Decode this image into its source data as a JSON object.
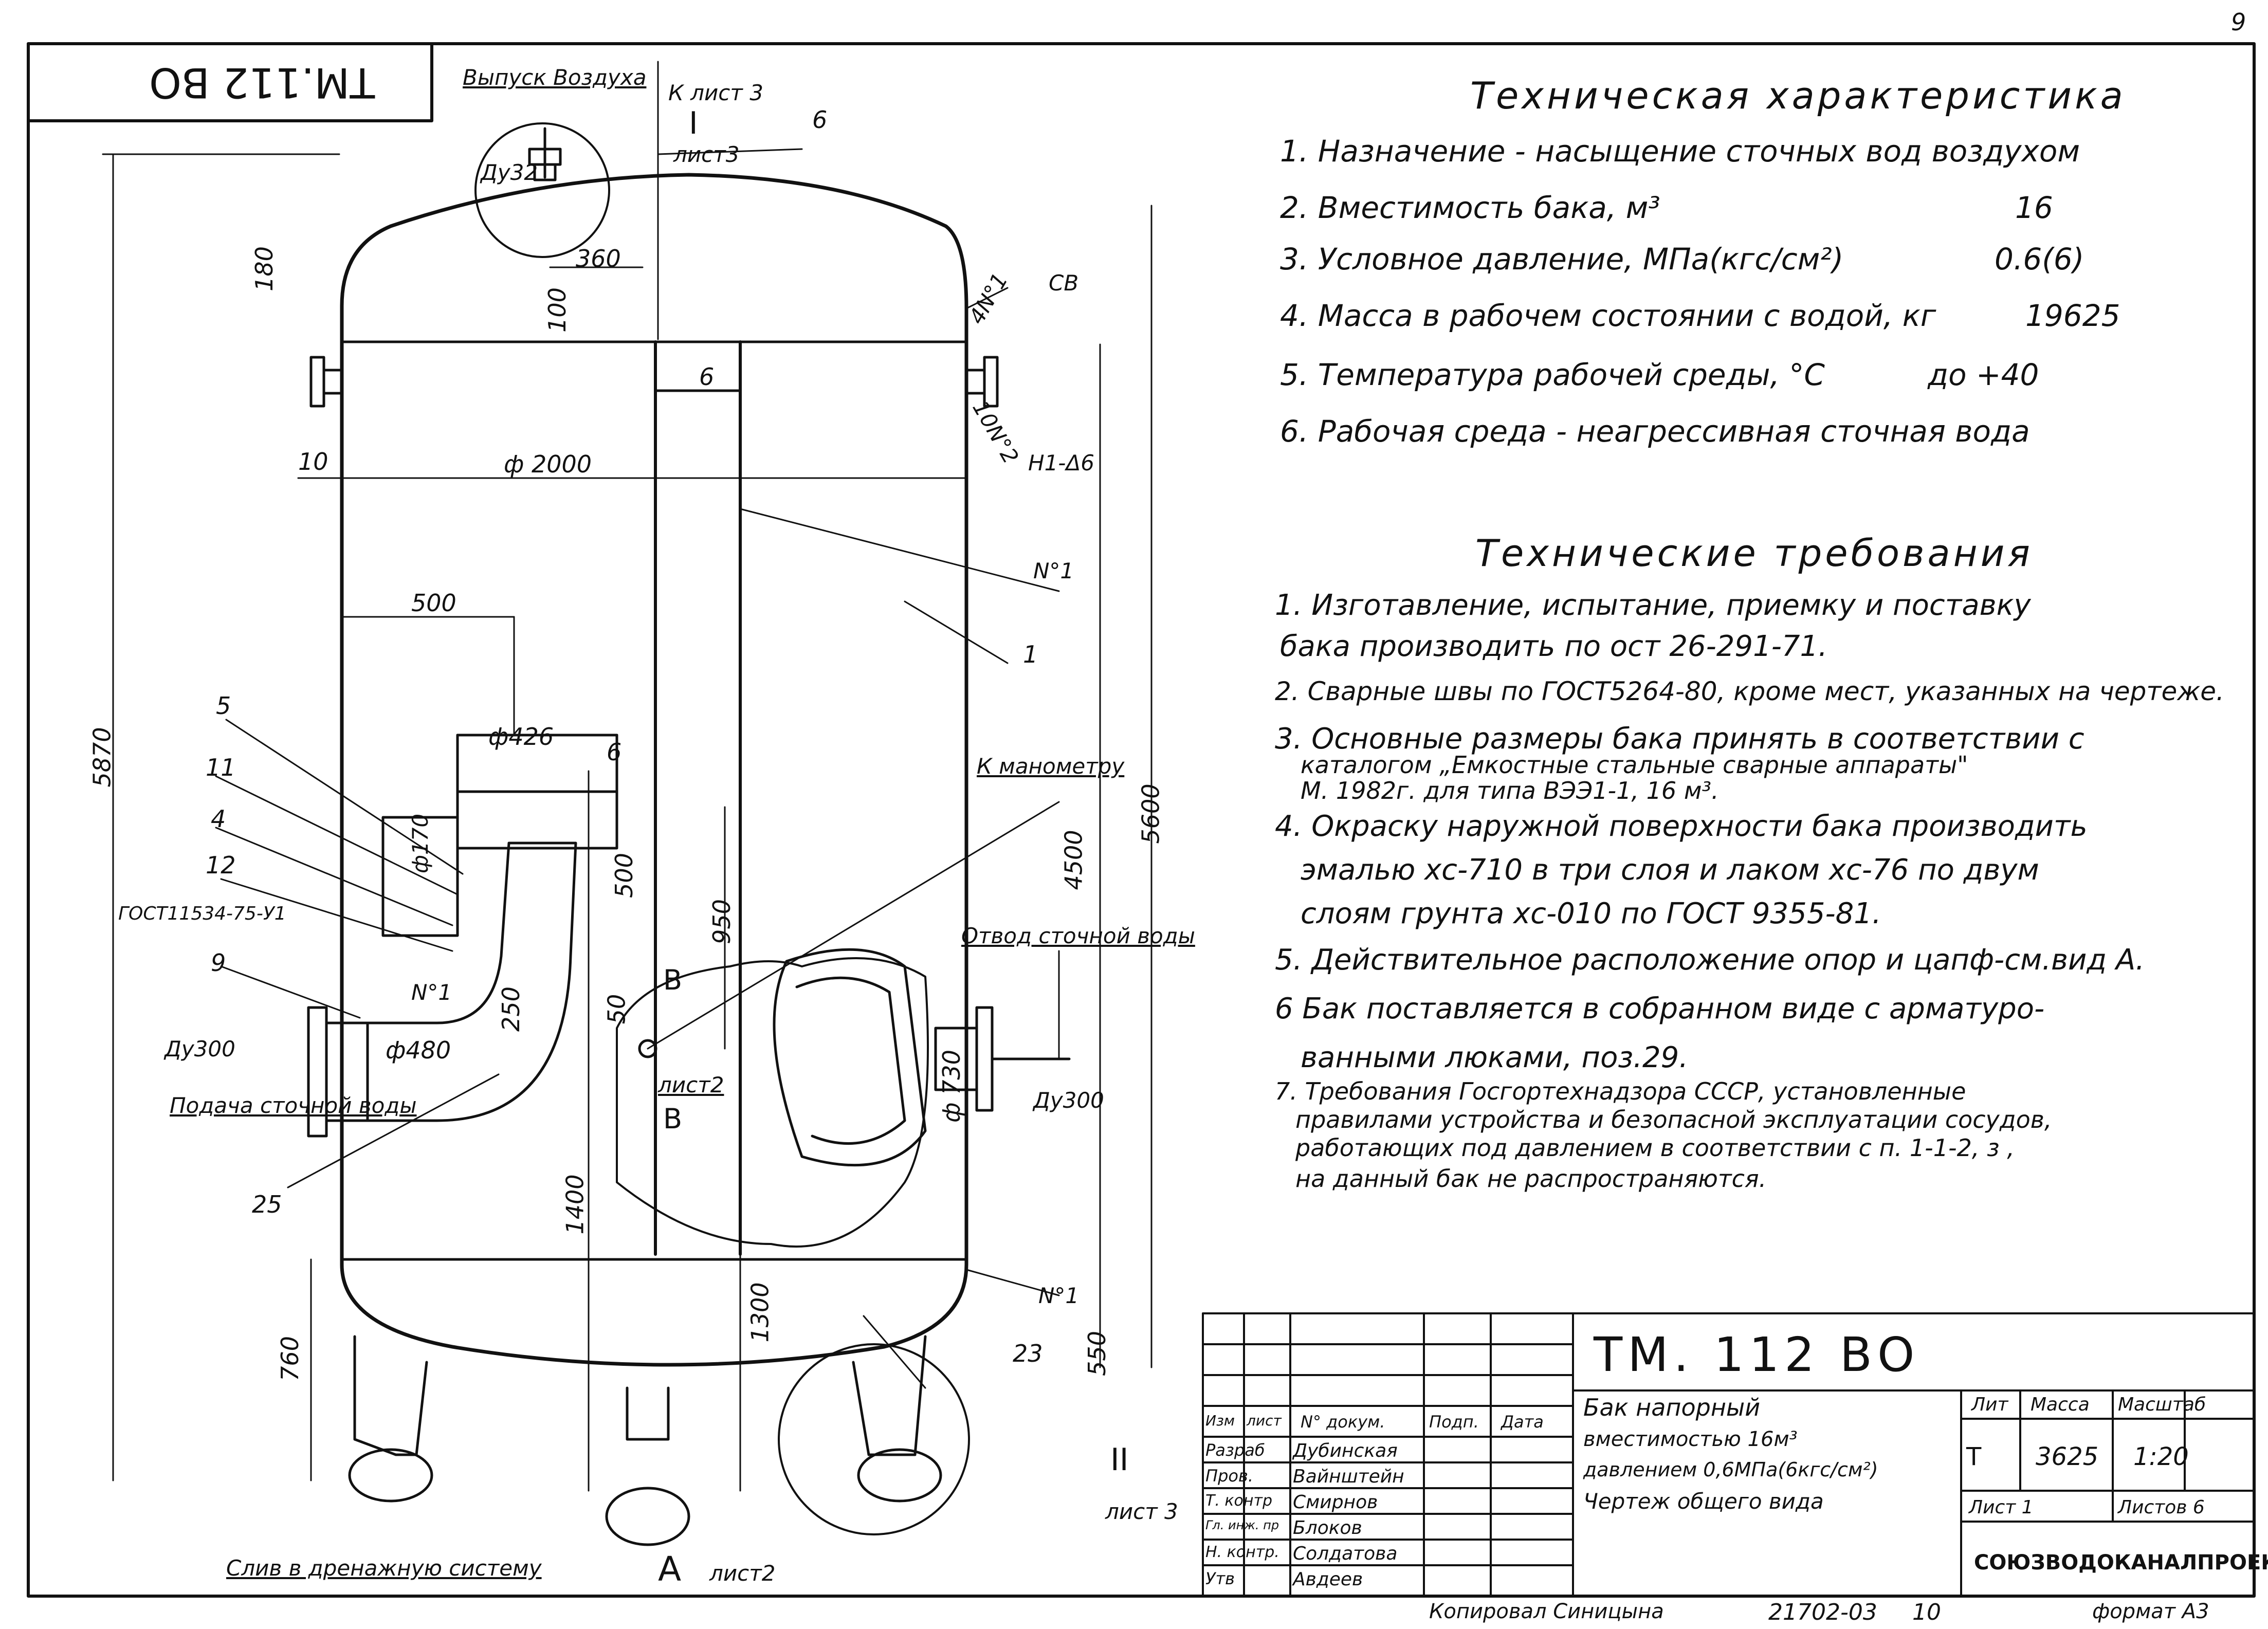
{
  "sheet": {
    "page_number": "9",
    "doc_stamp": "ТМ.112 ВО",
    "copied_by": "Копировал Синицына",
    "inv_number": "21702-03",
    "sheet_index": "10",
    "format": "формат А3"
  },
  "specs": {
    "title": "Техническая характеристика",
    "items": [
      {
        "label": "1. Назначение - насыщение сточных вод воздухом",
        "value": ""
      },
      {
        "label": "2. Вместимость бака,  м³",
        "value": "16"
      },
      {
        "label": "3. Условное давление, МПа(кгс/см²)",
        "value": "0.6(6)"
      },
      {
        "label": "4. Масса в рабочем состоянии с водой, кг",
        "value": "19625"
      },
      {
        "label": "5. Температура рабочей среды, °С",
        "value": "до +40"
      },
      {
        "label": "6. Рабочая  среда - неагрессивная сточная вода",
        "value": ""
      }
    ]
  },
  "requirements": {
    "title": "Технические  требования",
    "lines": [
      "1. Изготавление, испытание, приемку  и поставку",
      "бака производить по ост 26-291-71.",
      "2. Сварные швы по ГОСТ5264-80, кроме мест, указанных на чертеже.",
      "3. Основные размеры бака принять в соответствии с",
      "каталогом „Емкостные стальные сварные аппараты\"",
      "М. 1982г. для типа ВЭЭ1-1, 16 м³.",
      "4. Окраску наружной поверхности бака производить",
      "эмалью  хс-710  в три слоя  и лаком хс-76 по двум",
      "слоям  грунта хс-010  по ГОСТ 9355-81.",
      "5. Действительное  расположение  опор и цапф-см.вид А.",
      "6  Бак  поставляется  в собранном виде  с арматуро-",
      "ванными люками, поз.29.",
      "7. Требования Госгортехнадзора СССР, установленные",
      "правилами устройства и безопасной эксплуатации сосудов,",
      "работающих под давлением в соответствии с п. 1-1-2, з ,",
      "на данный бак не распространяются."
    ]
  },
  "drawing": {
    "labels": {
      "air_outlet": "Выпуск Воздуха",
      "ref_sheet3_top": "К лист 3",
      "section_I": "I",
      "sheet3_a": "лист3",
      "du32": "Ду32",
      "pos6_top": "6",
      "d180": "180",
      "d100": "100",
      "d360": "360",
      "weld_4n1": "4N°1",
      "cv": "СВ",
      "d6_mid": "6",
      "weld_10n2": "10N°2",
      "h1_d6": "Н1-Δ6",
      "d10": "10",
      "phi2000": "ф 2000",
      "weld_n1_a": "N°1",
      "pos1": "1",
      "d500_h": "500",
      "d5870": "5870",
      "pos5": "5",
      "phi426": "ф426",
      "d6_b": "6",
      "pos11": "11",
      "pos4": "4",
      "phi170": "ф170",
      "pos12": "12",
      "gost": "ГОСТ11534-75-У1",
      "d500_v": "500",
      "d950": "950",
      "to_manometer": "К манометру",
      "d4500": "4500",
      "d5600": "5600",
      "pos9": "9",
      "weld_n1_b": "N°1",
      "d250": "250",
      "d50": "50",
      "section_B_top": "В",
      "outlet_water": "Отвод сточной воды",
      "du300_left": "Ду300",
      "phi480": "ф480",
      "supply_water": "Подача сточной воды",
      "sheet2": "лист2",
      "section_B_bot": "В",
      "phi730": "ф 730",
      "du300_right": "Ду300",
      "pos25": "25",
      "d1400": "1400",
      "weld_n1_c": "N°1",
      "d760": "760",
      "d1300": "1300",
      "pos23": "23",
      "d550": "550",
      "section_II": "II",
      "sheet3_b": "лист 3",
      "drain": "Слив в дренажную систему",
      "view_A": "А",
      "view_A_sheet": "лист2"
    }
  },
  "title_block": {
    "doc_code": "ТМ. 112 ВО",
    "title_lines": [
      "Бак напорный",
      "вместимостью 16м³",
      "давлением 0,6МПа(6кгс/см²)",
      "Чертеж общего вида"
    ],
    "col_heads": [
      "Изм",
      "лист",
      "N° докум.",
      "Подп.",
      "Дата"
    ],
    "roles": [
      {
        "role": "Разраб",
        "name": "Дубинская"
      },
      {
        "role": "Пров.",
        "name": "Вайнштейн"
      },
      {
        "role": "Т. контр",
        "name": "Смирнов"
      },
      {
        "role": "Гл. инж. пр",
        "name": "Блоков"
      },
      {
        "role": "Н. контр.",
        "name": "Солдатова"
      },
      {
        "role": "Утв",
        "name": "Авдеев"
      }
    ],
    "lit_head": "Лит",
    "mass_head": "Масса",
    "scale_head": "Масштаб",
    "lit": "Т",
    "mass": "3625",
    "scale": "1:20",
    "sheet": "Лист 1",
    "sheets": "Листов 6",
    "org": "СОЮЗВОДОКАНАЛПРОЕКТ"
  }
}
